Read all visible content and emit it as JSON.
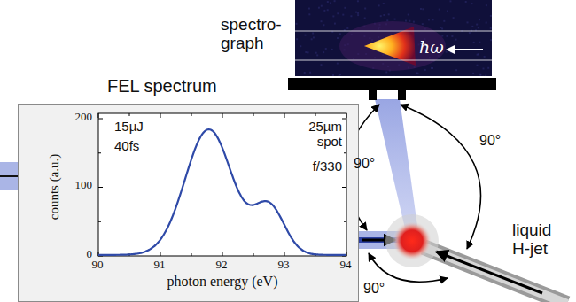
{
  "diagram": {
    "nodes": [
      {
        "text": [
          "FEL spectrum",
          "15µJ",
          "40fs",
          "25µm spot",
          "f/330",
          "counts (a.u.)",
          "photon energy (eV)"
        ]
      },
      {
        "text": [
          "spectro- graph",
          "ħω"
        ]
      }
    ],
    "labels": [
      "90°",
      "90°",
      "90°",
      "liquid H-jet",
      "0",
      "100",
      "200",
      "90",
      "91",
      "92",
      "93",
      "94"
    ]
  }
}
